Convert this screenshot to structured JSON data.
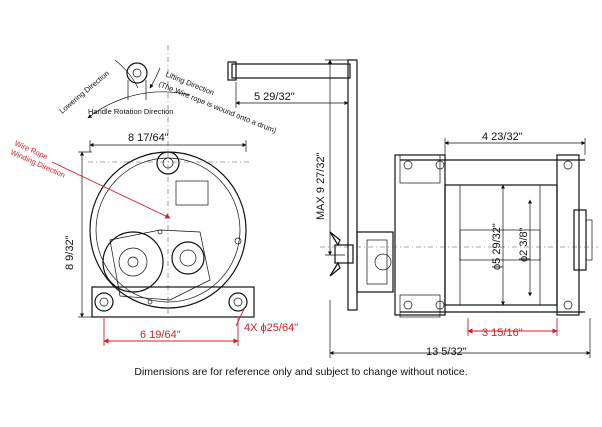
{
  "annotations": {
    "lowering": "Lowering Direction",
    "lifting": "Lifting Direction",
    "lifting_sub": "(The Wire rope is wound onto a drum)",
    "handle_rotation": "Handle Rotation Direction",
    "wire_rope_1": "Wire Rope",
    "wire_rope_2": "Winding Direction"
  },
  "dimensions": {
    "front_width": "8 17/64\"",
    "front_height": "8 9/32\"",
    "base_hole_spacing": "6 19/64\"",
    "mount_holes": "4X ϕ25/64\"",
    "handle_offset": "5 29/32\"",
    "handle_max": "MAX 9 27/32\"",
    "side_top_width": "4 23/32\"",
    "drum_outer": "ϕ5 29/32\"",
    "drum_inner": "ϕ2 3/8\"",
    "side_base": "3 15/16\"",
    "overall_length": "13 5/32\""
  },
  "colors": {
    "line": "#111111",
    "red": "#d0202a"
  },
  "footnote": "Dimensions are for reference only and subject to change without notice."
}
